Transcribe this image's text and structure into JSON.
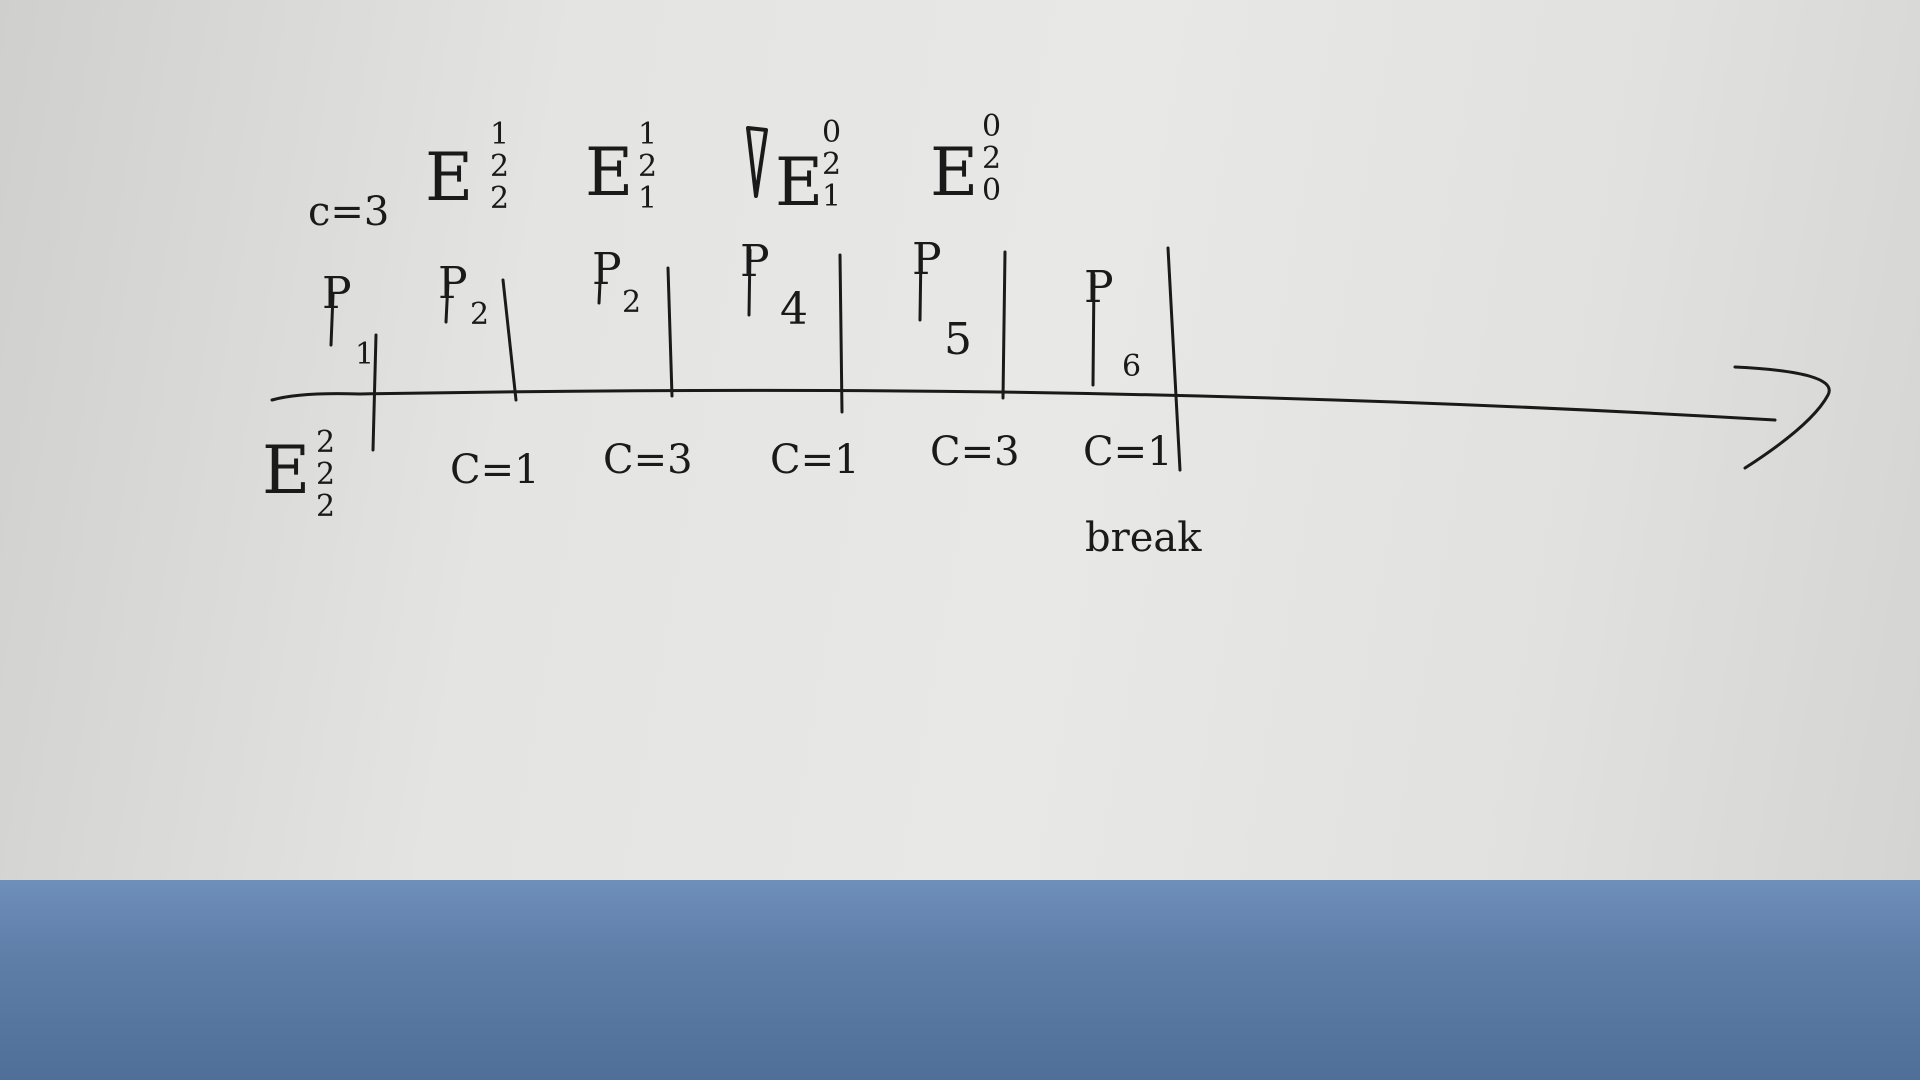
{
  "top_row": {
    "c_label": "c=3",
    "vectors": [
      {
        "letter": "E",
        "values": [
          "1",
          "2",
          "2"
        ]
      },
      {
        "letter": "E",
        "values": [
          "1",
          "2",
          "1"
        ]
      },
      {
        "letter": "E",
        "values": [
          "0",
          "2",
          "1"
        ]
      },
      {
        "letter": "E",
        "values": [
          "0",
          "2",
          "0"
        ]
      }
    ]
  },
  "processes": [
    {
      "p": "P",
      "sub": "1"
    },
    {
      "p": "P",
      "sub": "2"
    },
    {
      "p": "P",
      "sub": "2"
    },
    {
      "p": "P",
      "sub": "4"
    },
    {
      "p": "P",
      "sub": "5"
    },
    {
      "p": "P",
      "sub": "6"
    }
  ],
  "bottom_row": {
    "initial_vector": {
      "letter": "E",
      "values": [
        "2",
        "2",
        "2"
      ]
    },
    "c_values": [
      "C=1",
      "C=3",
      "C=1",
      "C=3",
      "C=1"
    ],
    "end_note": "break"
  }
}
